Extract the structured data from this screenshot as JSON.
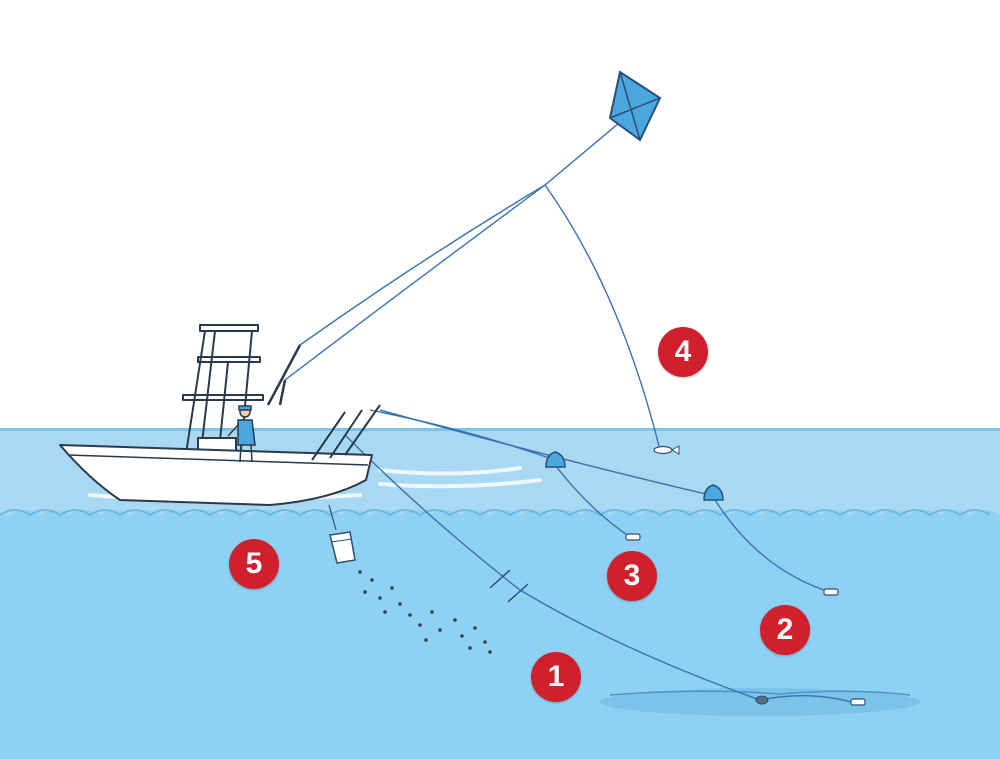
{
  "colors": {
    "sky": "#ffffff",
    "surface_water": "#a9d8f2",
    "deep_water": "#8fd1f3",
    "line": "#3a72b0",
    "kite": "#4aa8df",
    "marker": "#d0202e"
  },
  "markers": [
    {
      "id": "marker-1",
      "label": "1"
    },
    {
      "id": "marker-2",
      "label": "2"
    },
    {
      "id": "marker-3",
      "label": "3"
    },
    {
      "id": "marker-4",
      "label": "4"
    },
    {
      "id": "marker-5",
      "label": "5"
    }
  ],
  "icons": [
    "kite-icon",
    "boat-icon",
    "angler-icon",
    "float-icon",
    "chum-bucket-icon",
    "bait-fish-icon",
    "lead-weight-icon"
  ]
}
